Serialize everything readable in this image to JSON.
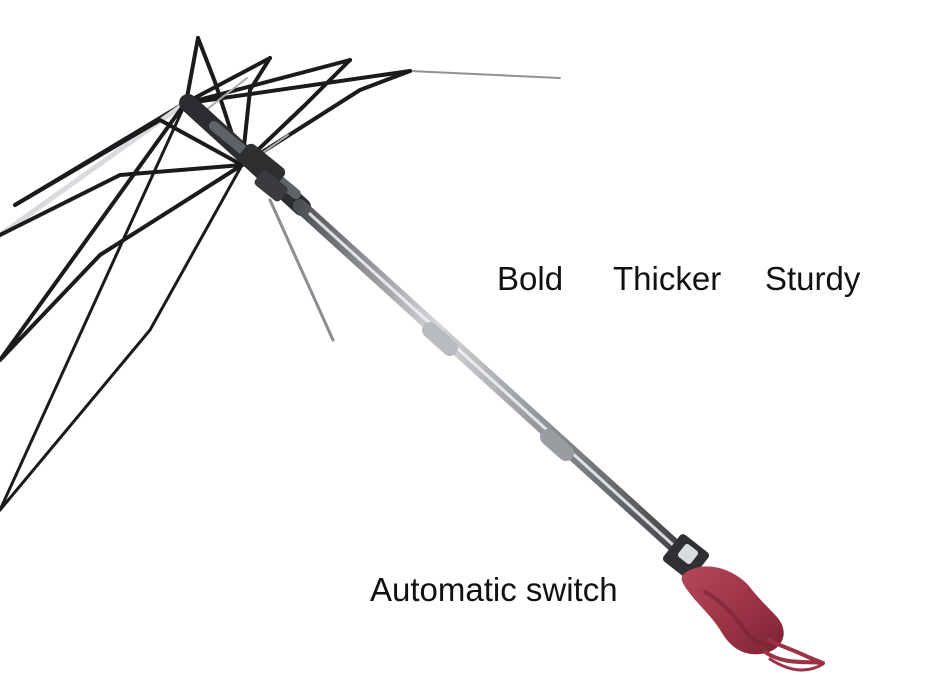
{
  "labels": {
    "bold": "Bold",
    "thicker": "Thicker",
    "sturdy": "Sturdy",
    "automatic_switch": "Automatic switch"
  },
  "colors": {
    "background": "#ffffff",
    "text": "#111111",
    "frame": "#1b1b1b",
    "shaft": "#6f7276",
    "shaft_light": "#c8cbd0",
    "handle": "#9b3345",
    "handle_shadow": "#7b2436",
    "fitting": "#2e2f31"
  },
  "objects": {
    "umbrella_frame": "umbrella-frame-illustration",
    "umbrella_shaft": "umbrella-shaft-illustration",
    "umbrella_handle": "umbrella-handle-illustration",
    "automatic_switch": "automatic-switch-illustration"
  }
}
